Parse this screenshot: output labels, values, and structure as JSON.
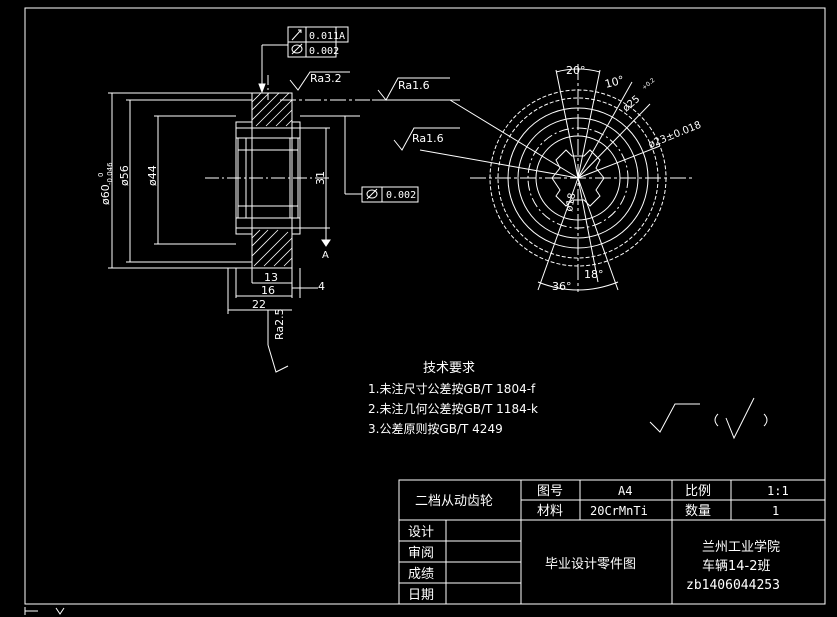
{
  "drawing": {
    "section_view": {
      "dims": {
        "d60": "ø60",
        "d60_tol_upper": "0",
        "d60_tol_lower": "-0.046",
        "d56": "ø56",
        "d44": "ø44",
        "d31": "31",
        "d13": "13",
        "d16": "16",
        "d22": "22",
        "d4": "4"
      },
      "gdt_runout": {
        "value": "0.011",
        "datum": "A"
      },
      "gdt_cylindricity_top": {
        "value": "0.002"
      },
      "gdt_cylindricity_right": {
        "value": "0.002"
      },
      "roughness_top": "Ra3.2",
      "roughness_right_top": "Ra1.6",
      "roughness_right_mid": "Ra1.6",
      "roughness_bottom": "Ra2.5",
      "datum_label": "A"
    },
    "front_view": {
      "angle_20": "20°",
      "angle_10": "10°",
      "angle_18": "18°",
      "angle_36": "36°",
      "d25": "ø25",
      "d25_tol": "+0.2",
      "d23": "ø23±0.018",
      "d18": "ø18"
    },
    "tech_requirements": {
      "title": "技术要求",
      "items": [
        "1.未注尺寸公差按GB/T 1804-f",
        "2.未注几何公差按GB/T 1184-k",
        "3.公差原则按GB/T 4249"
      ]
    },
    "title_block": {
      "part_name": "二档从动齿轮",
      "drawing_no_label": "图号",
      "drawing_no_value": "A4",
      "scale_label": "比例",
      "scale_value": "1:1",
      "material_label": "材料",
      "material_value": "20CrMnTi",
      "quantity_label": "数量",
      "quantity_value": "1",
      "row_design": "设计",
      "row_review": "审阅",
      "row_grade": "成绩",
      "row_date": "日期",
      "drawing_title": "毕业设计零件图",
      "school": "兰州工业学院",
      "class": "车辆14-2班",
      "student_id": "zb1406044253"
    }
  }
}
